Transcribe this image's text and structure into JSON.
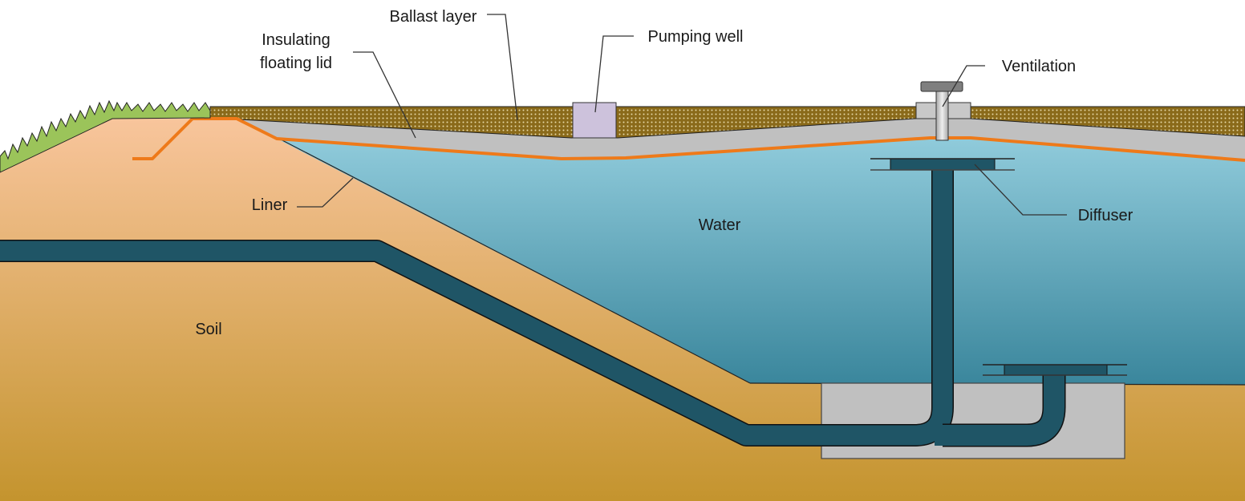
{
  "labels": {
    "ballast": "Ballast layer",
    "lid_line1": "Insulating",
    "lid_line2": "floating lid",
    "pumping_well": "Pumping well",
    "ventilation": "Ventilation",
    "diffuser": "Diffuser",
    "liner": "Liner",
    "water": "Water",
    "soil": "Soil"
  },
  "colors": {
    "soil_top": "#f7c49a",
    "soil_bottom": "#c4942e",
    "water_top": "#8fcadb",
    "water_bottom": "#3b879d",
    "lid": "#c0c0c0",
    "liner": "#ee7a1a",
    "ballast": "#8a6a1a",
    "pipe": "#1f5566",
    "grass": "#9bc45a",
    "pumping_well": "#cdc2dc"
  }
}
